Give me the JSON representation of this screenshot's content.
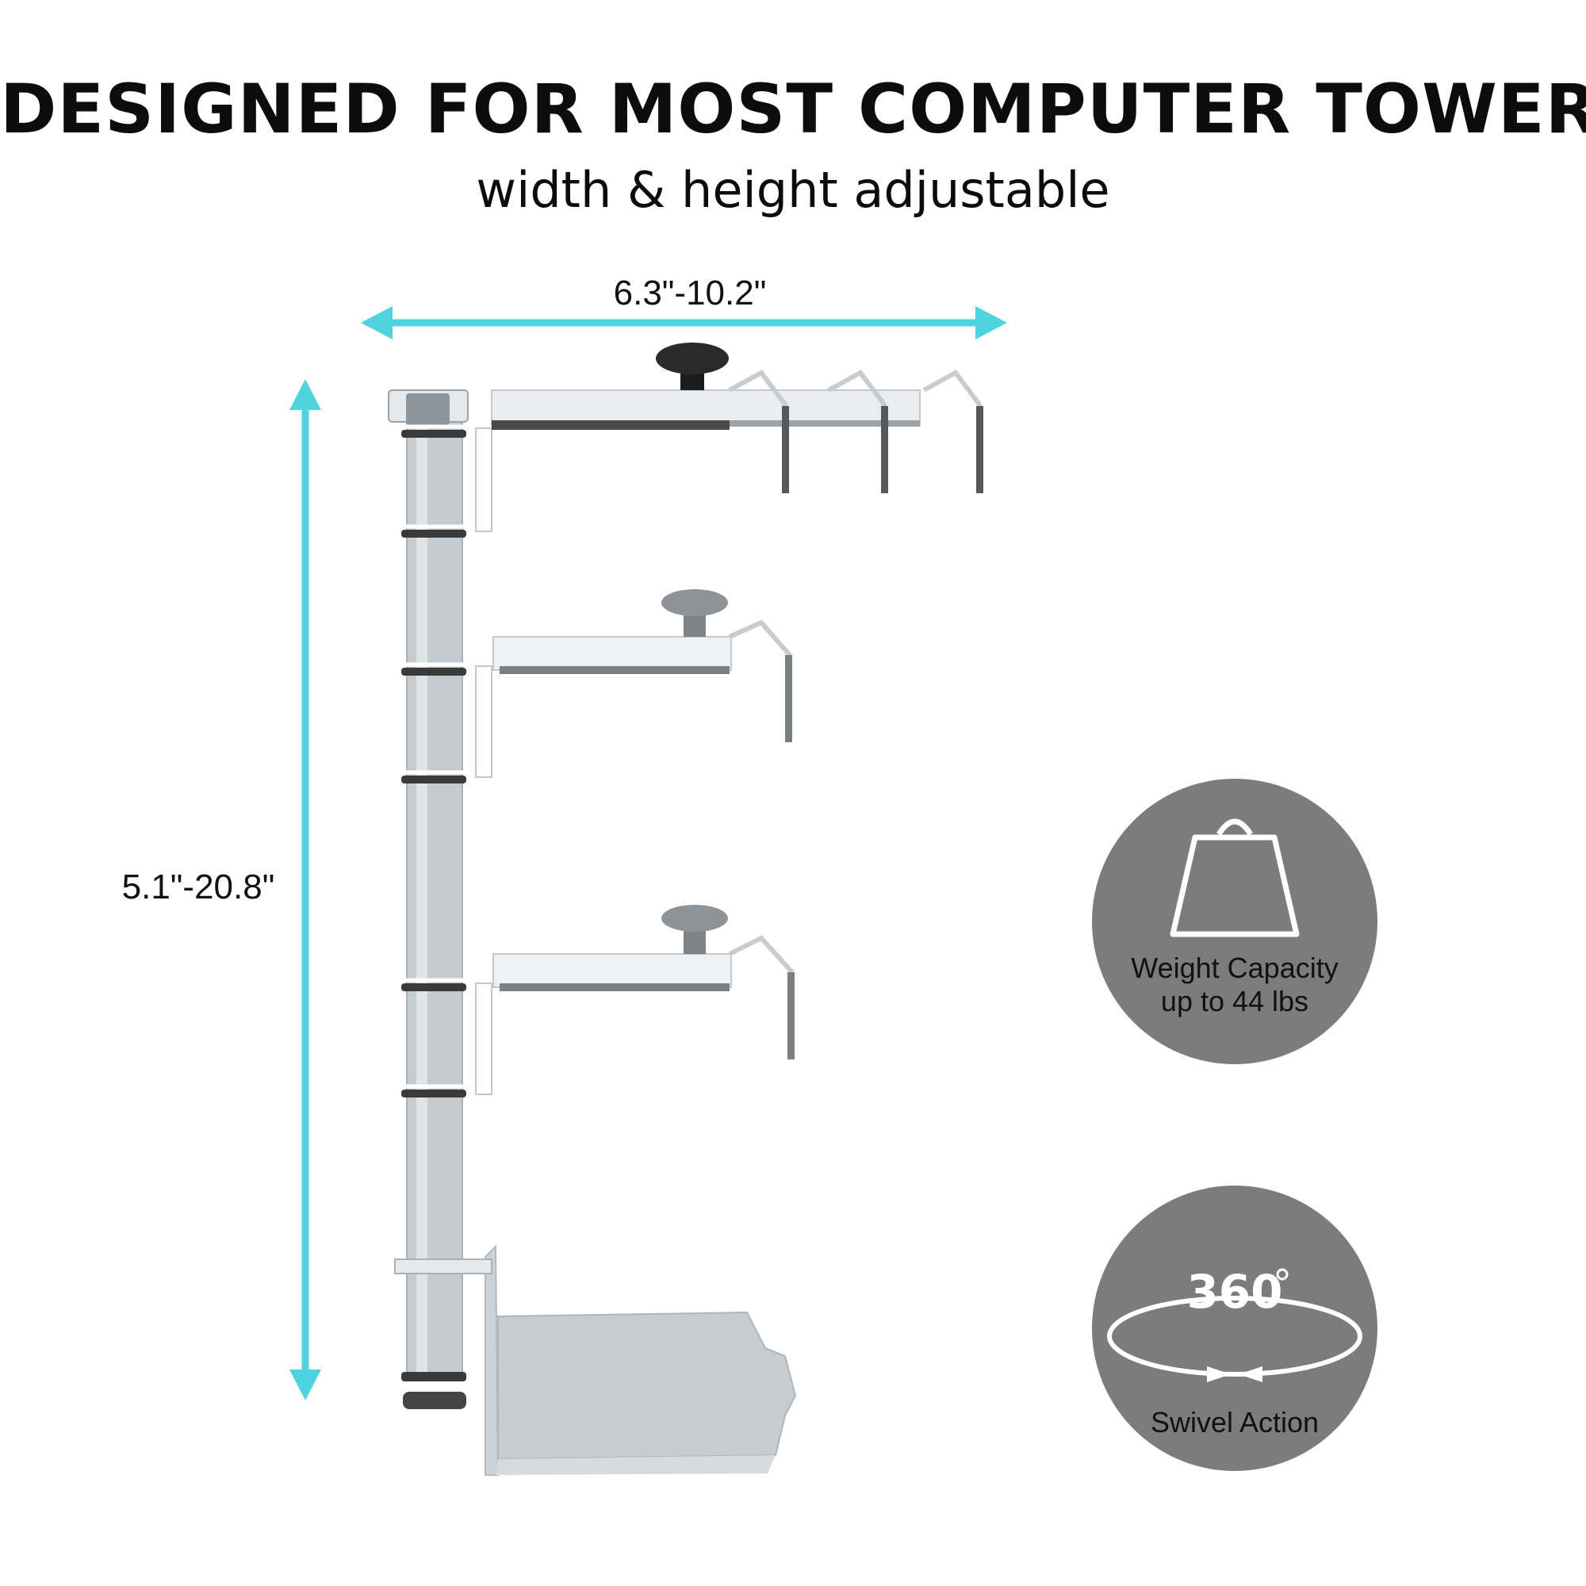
{
  "header": {
    "title": "DESIGNED FOR MOST COMPUTER TOWERS",
    "subtitle": "width & height adjustable"
  },
  "dimensions": {
    "width": "6.3\"-10.2\"",
    "height": "5.1\"-20.8\""
  },
  "badges": {
    "weight": {
      "line1": "Weight Capacity",
      "line2": "up to 44 lbs",
      "icon": "weight-icon"
    },
    "swivel": {
      "degrees": "360",
      "label": "Swivel Action",
      "icon": "swivel-icon"
    }
  },
  "colors": {
    "arrow": "#4fd3df",
    "badge": "#7c7c7c",
    "frame": "#c9cfd4"
  }
}
